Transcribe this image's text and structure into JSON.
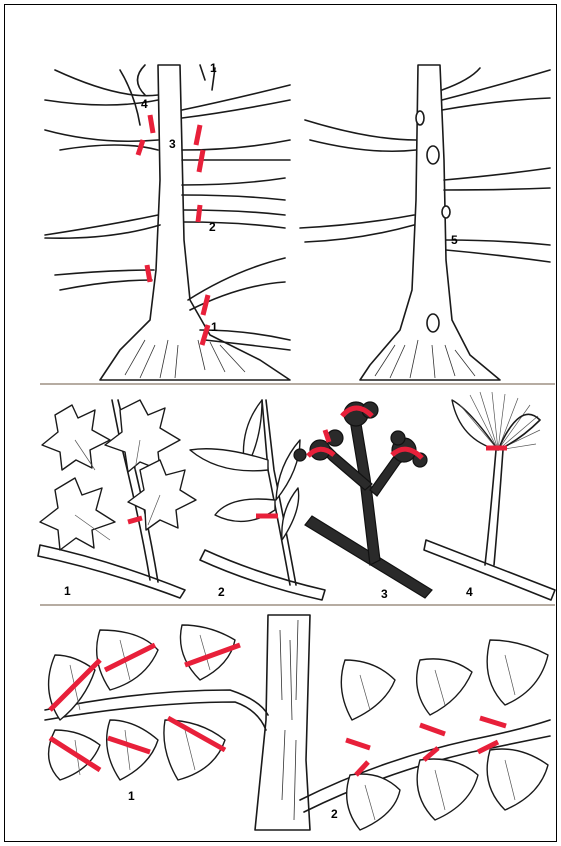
{
  "labels": {
    "top_left": [
      "1",
      "2",
      "3",
      "4"
    ],
    "top_right": [
      "5"
    ],
    "middle": [
      "1",
      "2",
      "3",
      "4"
    ],
    "bottom": [
      "1",
      "2"
    ]
  },
  "colors": {
    "cut_mark": "#e8203a",
    "ink": "#1a1a1a",
    "separator": "#8a7a6a"
  }
}
